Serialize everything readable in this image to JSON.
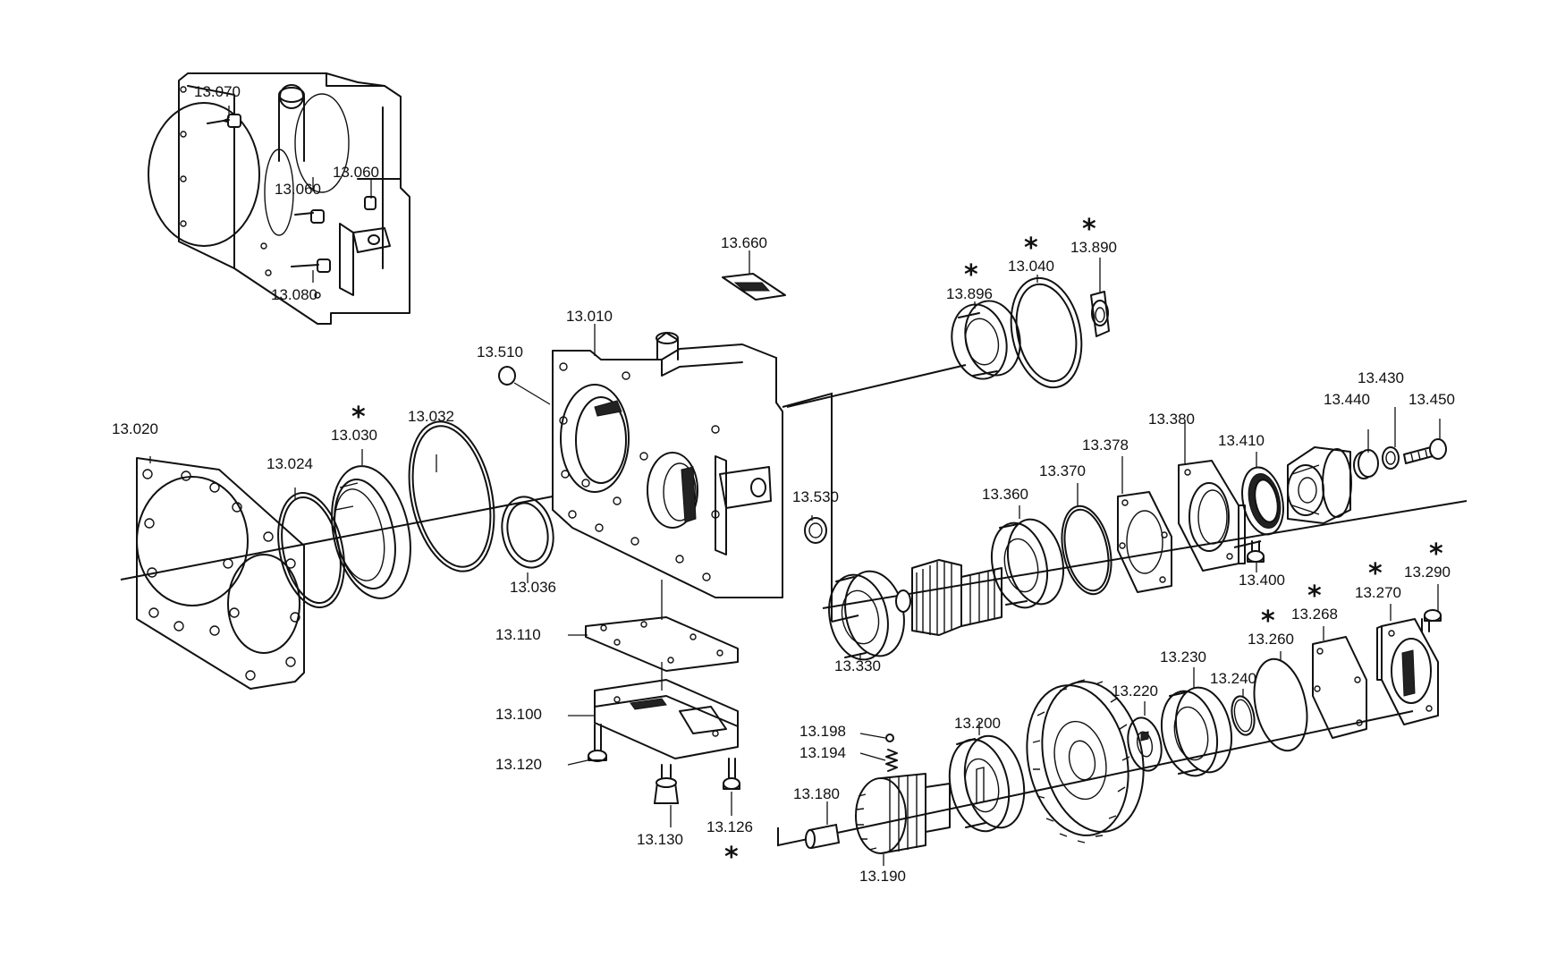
{
  "labels": {
    "p13070": "13.070",
    "p13060a": "13.060",
    "p13060b": "13.060",
    "p13080": "13.080",
    "p13660": "13.660",
    "p13890": "13.890",
    "p13040": "13.040",
    "p13896": "13.896",
    "p13010": "13.010",
    "p13510": "13.510",
    "p13020": "13.020",
    "p13024": "13.024",
    "p13030": "13.030",
    "p13032": "13.032",
    "p13036": "13.036",
    "p13530": "13.530",
    "p13430": "13.430",
    "p13440": "13.440",
    "p13450": "13.450",
    "p13380": "13.380",
    "p13410": "13.410",
    "p13378": "13.378",
    "p13370": "13.370",
    "p13360": "13.360",
    "p13400": "13.400",
    "p13330": "13.330",
    "p13110": "13.110",
    "p13100": "13.100",
    "p13120": "13.120",
    "p13130": "13.130",
    "p13126": "13.126",
    "p13290": "13.290",
    "p13270": "13.270",
    "p13268": "13.268",
    "p13260": "13.260",
    "p13230": "13.230",
    "p13240": "13.240",
    "p13220": "13.220",
    "p13200": "13.200",
    "p13198": "13.198",
    "p13194": "13.194",
    "p13180": "13.180",
    "p13190": "13.190"
  },
  "markers": {
    "star": "*"
  }
}
